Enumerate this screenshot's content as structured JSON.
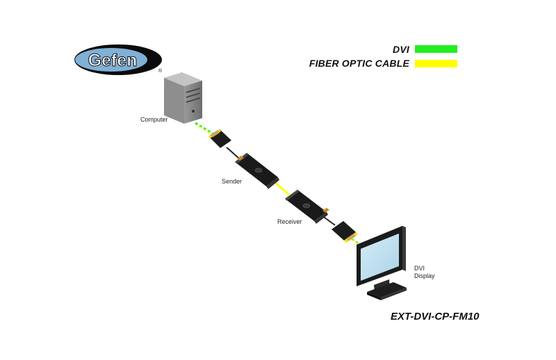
{
  "brand": {
    "logo_text": "Gefen",
    "registered_mark": "®"
  },
  "legend": {
    "items": [
      {
        "label": "DVI",
        "color": "#22ee22"
      },
      {
        "label": "FIBER OPTIC CABLE",
        "color": "#ffff00"
      }
    ]
  },
  "devices": {
    "computer": "Computer",
    "sender": "Sender",
    "receiver": "Receiver",
    "display_line1": "DVI",
    "display_line2": "Display"
  },
  "model_number": "EXT-DVI-CP-FM10"
}
